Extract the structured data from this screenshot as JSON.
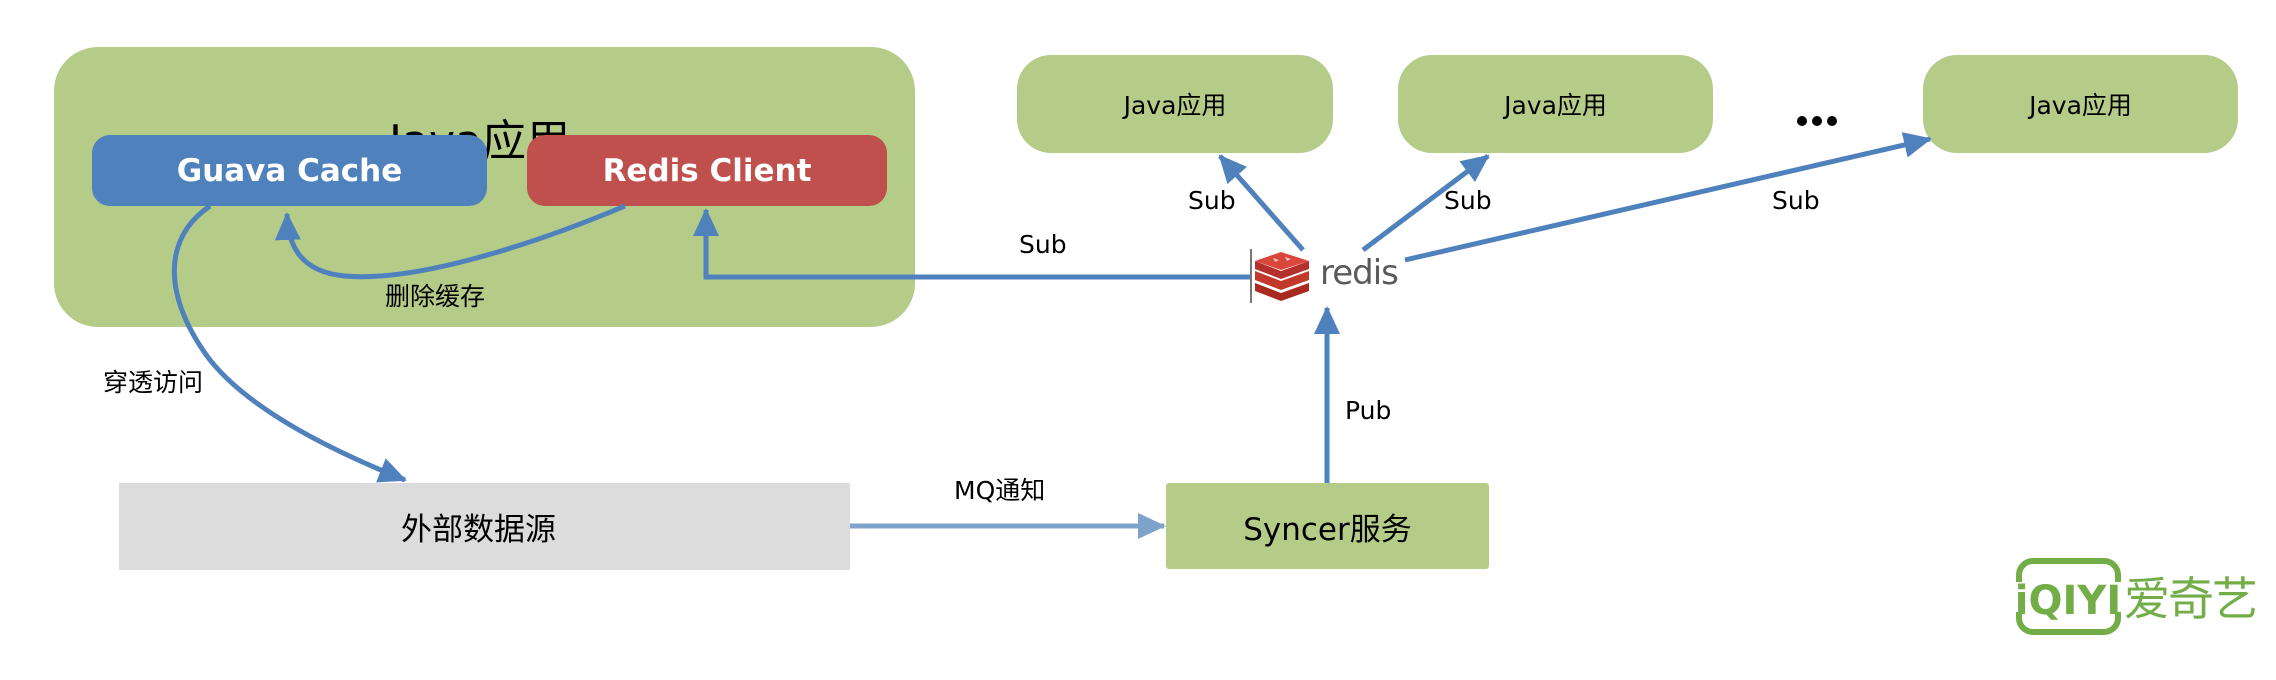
{
  "main_app": {
    "title": "Java应用",
    "guava_cache": "Guava Cache",
    "redis_client": "Redis Client"
  },
  "subscriber_apps": [
    {
      "label": "Java应用"
    },
    {
      "label": "Java应用"
    },
    {
      "label": "Java应用"
    }
  ],
  "ellipsis": "...",
  "redis": {
    "word": "redis",
    "icon": "redis-cube-icon"
  },
  "external_source": {
    "label": "外部数据源"
  },
  "syncer": {
    "label": "Syncer服务"
  },
  "edge_labels": {
    "delete_cache": "删除缓存",
    "penetrate_access": "穿透访问",
    "sub_to_main": "Sub",
    "sub_app1": "Sub",
    "sub_app2": "Sub",
    "sub_app3": "Sub",
    "pub": "Pub",
    "mq_notify": "MQ通知"
  },
  "logo": {
    "mark": "iQIYI",
    "name": "爱奇艺"
  },
  "colors": {
    "app_green": "#b4cc88",
    "guava_blue": "#4f81bd",
    "redis_red": "#c0504d",
    "source_gray": "#dcdcdc",
    "arrow_blue": "#4f81bd",
    "mq_arrow_blue": "#7ea3cb",
    "logo_green": "#72ad47"
  }
}
